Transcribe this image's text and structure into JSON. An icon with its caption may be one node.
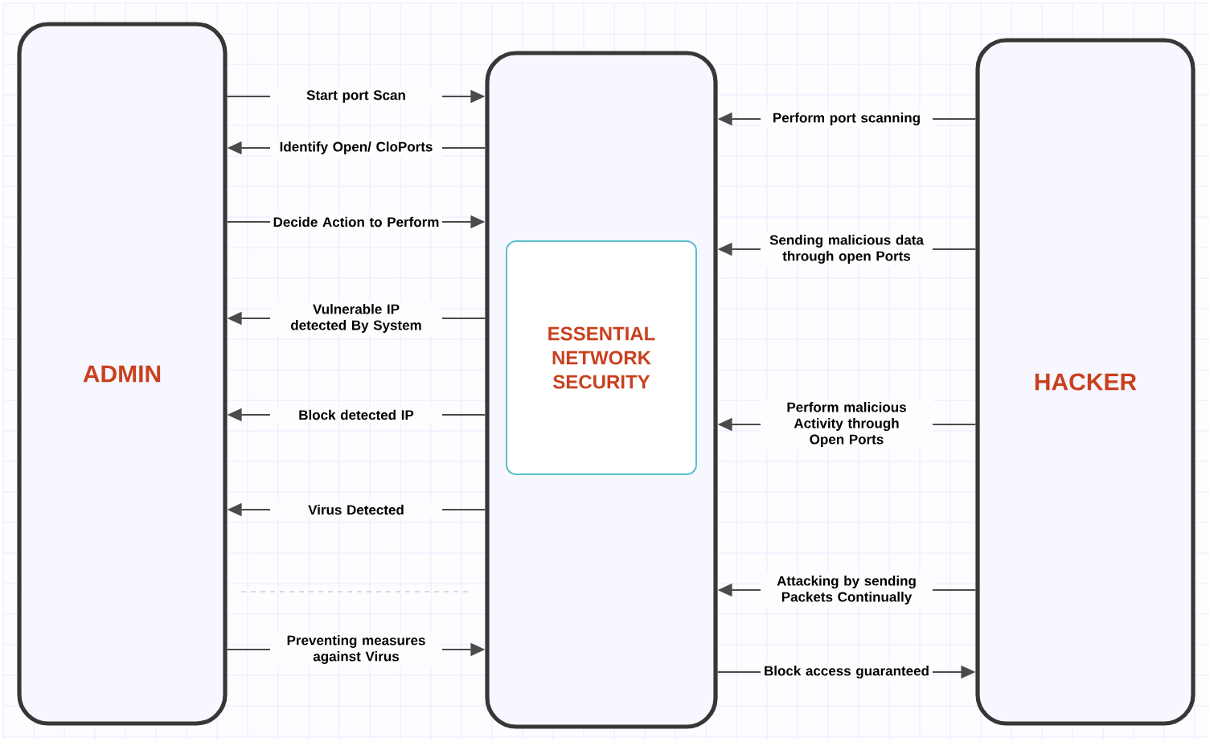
{
  "diagram": {
    "nodes": [
      {
        "text": [
          "ADMIN"
        ]
      },
      {
        "text": [],
        "shape": "box"
      },
      {
        "text": [
          "ESSENTIAL NETWORK SECURITY"
        ],
        "in": 1
      },
      {
        "text": [
          "HACKER"
        ]
      }
    ],
    "edges": [
      {
        "from": 0,
        "to": 1,
        "arrow": "to",
        "label": "Start port Scan"
      },
      {
        "from": 1,
        "to": 0,
        "arrow": "to",
        "label": "Identify Open/ CloPorts"
      },
      {
        "from": 0,
        "to": 1,
        "arrow": "to",
        "label": "Decide Action to Perform"
      },
      {
        "from": 1,
        "to": 0,
        "arrow": "to",
        "label": "Vulnerable IP detected By System"
      },
      {
        "from": 1,
        "to": 0,
        "arrow": "to",
        "label": "Block detected IP"
      },
      {
        "from": 1,
        "to": 0,
        "arrow": "to",
        "label": "Virus Detected"
      },
      {
        "from": 0,
        "to": 1,
        "arrow": "to",
        "label": "Preventing measures against Virus"
      },
      {
        "from": 3,
        "to": 1,
        "arrow": "to",
        "label": "Perform port scanning"
      },
      {
        "from": 3,
        "to": 1,
        "arrow": "to",
        "label": "Sending malicious data through open Ports"
      },
      {
        "from": 3,
        "to": 1,
        "arrow": "to",
        "label": "Perform malicious Activity through Open Ports"
      },
      {
        "from": 3,
        "to": 1,
        "arrow": "to",
        "label": "Attacking by sending Packets Continually"
      },
      {
        "from": 1,
        "to": 3,
        "arrow": "to",
        "label": "Block access guaranteed"
      }
    ]
  }
}
